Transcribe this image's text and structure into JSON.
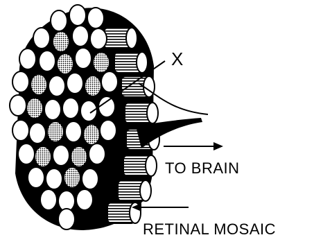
{
  "labels": {
    "x": "X",
    "to_brain": "TO BRAIN",
    "retinal_mosaic": "RETINAL MOSAIC"
  },
  "colors": {
    "ink": "#000000",
    "paper": "#ffffff"
  }
}
